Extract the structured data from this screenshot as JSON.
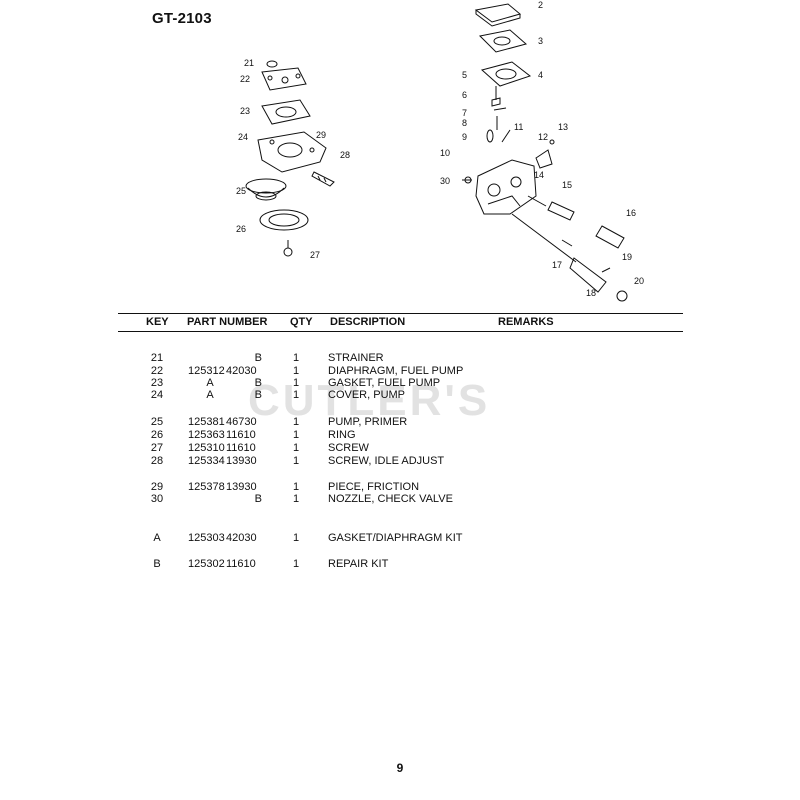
{
  "model": "GT-2103",
  "page_number": "9",
  "watermark": "CUTLER'S",
  "columns": {
    "key": "KEY",
    "part_number": "PART NUMBER",
    "qty": "QTY",
    "description": "DESCRIPTION",
    "remarks": "REMARKS"
  },
  "callouts": [
    "21",
    "22",
    "23",
    "24",
    "25",
    "26",
    "27",
    "28",
    "29",
    "2",
    "3",
    "4",
    "5",
    "6",
    "7",
    "8",
    "9",
    "10",
    "11",
    "12",
    "13",
    "14",
    "15",
    "16",
    "17",
    "18",
    "19",
    "20",
    "30"
  ],
  "rows": [
    {
      "key": "21",
      "pn1": "",
      "pn2": "",
      "pn_code_a": "",
      "pn_code": "B",
      "qty": "1",
      "desc": "STRAINER"
    },
    {
      "key": "22",
      "pn1": "125312",
      "pn2": "42030",
      "pn_code_a": "",
      "pn_code": "",
      "qty": "1",
      "desc": "DIAPHRAGM, FUEL PUMP"
    },
    {
      "key": "23",
      "pn1": "",
      "pn2": "",
      "pn_code_a": "A",
      "pn_code": "B",
      "qty": "1",
      "desc": "GASKET, FUEL PUMP"
    },
    {
      "key": "24",
      "pn1": "",
      "pn2": "",
      "pn_code_a": "A",
      "pn_code": "B",
      "qty": "1",
      "desc": "COVER, PUMP"
    },
    {
      "key": "25",
      "pn1": "125381",
      "pn2": "46730",
      "pn_code_a": "",
      "pn_code": "",
      "qty": "1",
      "desc": "PUMP, PRIMER"
    },
    {
      "key": "26",
      "pn1": "125363",
      "pn2": "11610",
      "pn_code_a": "",
      "pn_code": "",
      "qty": "1",
      "desc": "RING"
    },
    {
      "key": "27",
      "pn1": "125310",
      "pn2": "11610",
      "pn_code_a": "",
      "pn_code": "",
      "qty": "1",
      "desc": "SCREW"
    },
    {
      "key": "28",
      "pn1": "125334",
      "pn2": "13930",
      "pn_code_a": "",
      "pn_code": "",
      "qty": "1",
      "desc": "SCREW, IDLE ADJUST"
    },
    {
      "key": "29",
      "pn1": "125378",
      "pn2": "13930",
      "pn_code_a": "",
      "pn_code": "",
      "qty": "1",
      "desc": "PIECE, FRICTION"
    },
    {
      "key": "30",
      "pn1": "",
      "pn2": "",
      "pn_code_a": "",
      "pn_code": "B",
      "qty": "1",
      "desc": "NOZZLE, CHECK VALVE"
    },
    {
      "key": "A",
      "pn1": "125303",
      "pn2": "42030",
      "pn_code_a": "",
      "pn_code": "",
      "qty": "1",
      "desc": "GASKET/DIAPHRAGM KIT"
    },
    {
      "key": "B",
      "pn1": "125302",
      "pn2": "11610",
      "pn_code_a": "",
      "pn_code": "",
      "qty": "1",
      "desc": "REPAIR  KIT"
    }
  ]
}
